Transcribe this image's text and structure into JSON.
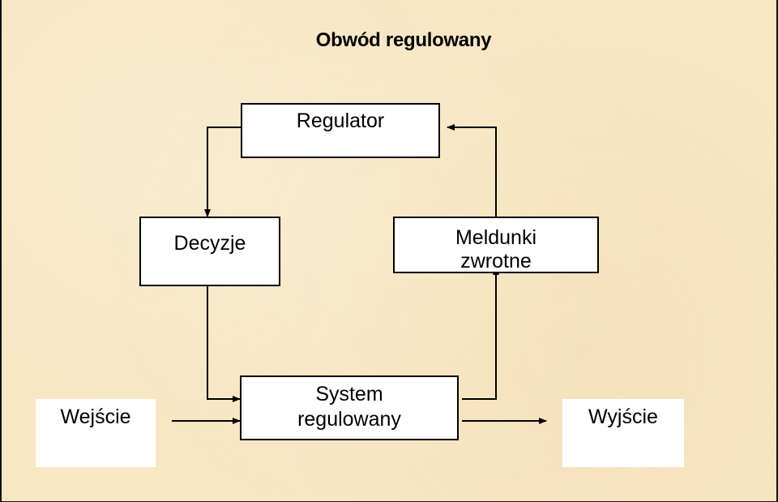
{
  "title": "Obwód regulowany",
  "nodes": {
    "regulator": "Regulator",
    "decisions": "Decyzje",
    "feedback": [
      "Meldunki",
      "zwrotne"
    ],
    "system": [
      "System",
      "regulowany"
    ],
    "input": "Wejście",
    "output": "Wyjście"
  },
  "colors": {
    "background": "#f8e6c4",
    "box_fill": "#ffffff",
    "stroke": "#000000"
  }
}
